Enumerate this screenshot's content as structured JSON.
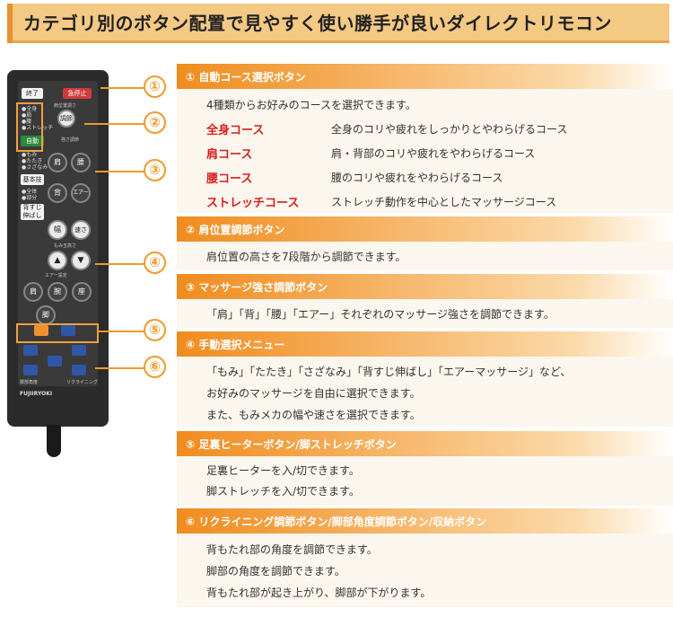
{
  "banner": {
    "title": "カテゴリ別のボタン配置で見やすく使い勝手が良いダイレクトリモコン"
  },
  "remote": {
    "top_buttons": [
      "終了",
      "急停止"
    ],
    "mode_list": [
      "●全身",
      "●肩",
      "●腰",
      "●ストレッチ"
    ],
    "auto_label": "自動",
    "manual_list": [
      "●もみ",
      "●たたき",
      "●さざなみ"
    ],
    "basic_label": "基本技",
    "part_list": [
      "●全体",
      "●部分"
    ],
    "stretch_label": "背すじ伸ばし",
    "shoulder_pos_label": "肩位置調さ",
    "adjust_label": "調節",
    "strength_label": "強さ調節",
    "shoulder": "肩",
    "waist": "腰",
    "back": "背",
    "air": "エアー",
    "width_label": "幅",
    "speed_label": "速さ",
    "height_label": "もみ玉高さ",
    "air_setting_label": "エアー設定",
    "seat": "座",
    "arm": "腕",
    "foot": "脚",
    "recline_label": "リクライニング",
    "leg_angle_label": "脚部角度",
    "brand": "FUJIIRYOKI"
  },
  "markers": [
    "①",
    "②",
    "③",
    "④",
    "⑤",
    "⑥"
  ],
  "sections": [
    {
      "heading": "① 自動コース選択ボタン",
      "intro": "4種類からお好みのコースを選択できます。",
      "courses": [
        {
          "name": "全身コース",
          "desc": "全身のコリや疲れをしっかりとやわらげるコース"
        },
        {
          "name": "肩コース",
          "desc": "肩・背部のコリや疲れをやわらげるコース"
        },
        {
          "name": "腰コース",
          "desc": "腰のコリや疲れをやわらげるコース"
        },
        {
          "name": "ストレッチコース",
          "desc": "ストレッチ動作を中心としたマッサージコース"
        }
      ]
    },
    {
      "heading": "② 肩位置調節ボタン",
      "lines": [
        "肩位置の高さを7段階から調節できます。"
      ]
    },
    {
      "heading": "③ マッサージ強さ調節ボタン",
      "lines": [
        "「肩」「背」「腰」「エアー」それぞれのマッサージ強さを調節できます。"
      ]
    },
    {
      "heading": "④ 手動選択メニュー",
      "lines": [
        "「もみ」「たたき」「さざなみ」「背すじ伸ばし」「エアーマッサージ」など、",
        "お好みのマッサージを自由に選択できます。",
        "また、もみメカの幅や速さを選択できます。"
      ]
    },
    {
      "heading": "⑤ 足裏ヒーターボタン/脚ストレッチボタン",
      "lines": [
        "足裏ヒーターを入/切できます。",
        "脚ストレッチを入/切できます。"
      ]
    },
    {
      "heading": "⑥ リクライニング調節ボタン/脚部角度調節ボタン/収納ボタン",
      "lines": [
        "背もたれ部の角度を調節できます。",
        "脚部の角度を調節できます。",
        "背もたれ部が起き上がり、脚部が下がります。"
      ]
    }
  ]
}
